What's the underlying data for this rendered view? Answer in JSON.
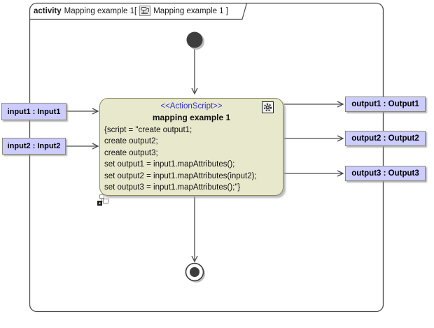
{
  "diagram": {
    "frame": {
      "keyword": "activity",
      "name_part": "Mapping example 1[",
      "diagram_part": "Mapping example 1 ]",
      "icon": "activity-diagram-icon"
    },
    "action_node": {
      "stereotype": "<<ActionScript>>",
      "name": "mapping example 1",
      "script_lines": [
        "{script = \"create output1;",
        "create output2;",
        "create output3;",
        "set output1 = input1.mapAttributes();",
        "set output2 = input1.mapAttributes(input2);",
        "set output3 = input1.mapAttributes();\"}"
      ],
      "corner_icon": "gear-icon",
      "decoration_icon": "rake-structure-icon"
    },
    "input_pins": [
      {
        "label": "input1 : Input1"
      },
      {
        "label": "input2 : Input2"
      }
    ],
    "output_pins": [
      {
        "label": "output1 : Output1"
      },
      {
        "label": "output2 : Output2"
      },
      {
        "label": "output3 : Output3"
      }
    ],
    "nodes": {
      "initial": "initial-node",
      "final": "activity-final-node"
    },
    "colors": {
      "action_fill": "#e8e8cd",
      "action_border": "#8a8a5e",
      "pin_fill": "#ccccff",
      "pin_border": "#8a8a6e",
      "stereotype_text": "#3333cc",
      "edge": "#4b4b4b"
    }
  }
}
